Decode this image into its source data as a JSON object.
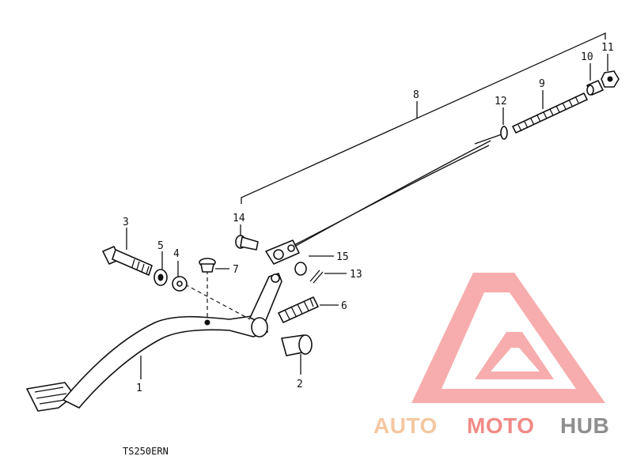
{
  "diagram": {
    "model_code": "TS250ERN",
    "callouts": [
      {
        "id": "c1",
        "label": "1"
      },
      {
        "id": "c2",
        "label": "2"
      },
      {
        "id": "c3",
        "label": "3"
      },
      {
        "id": "c4",
        "label": "4"
      },
      {
        "id": "c5",
        "label": "5"
      },
      {
        "id": "c6",
        "label": "6"
      },
      {
        "id": "c7",
        "label": "7"
      },
      {
        "id": "c8",
        "label": "8"
      },
      {
        "id": "c9",
        "label": "9"
      },
      {
        "id": "c10",
        "label": "10"
      },
      {
        "id": "c11",
        "label": "11"
      },
      {
        "id": "c12",
        "label": "12"
      },
      {
        "id": "c13",
        "label": "13"
      },
      {
        "id": "c14",
        "label": "14"
      },
      {
        "id": "c15",
        "label": "15"
      }
    ]
  },
  "watermark": {
    "part1": "AUTO",
    "part2": "MOTO",
    "part3": "HUB",
    "color1": "#f4c7a0",
    "color2": "#f08a86",
    "color3": "#8f8f8f",
    "logo_color": "#f26b6b"
  }
}
